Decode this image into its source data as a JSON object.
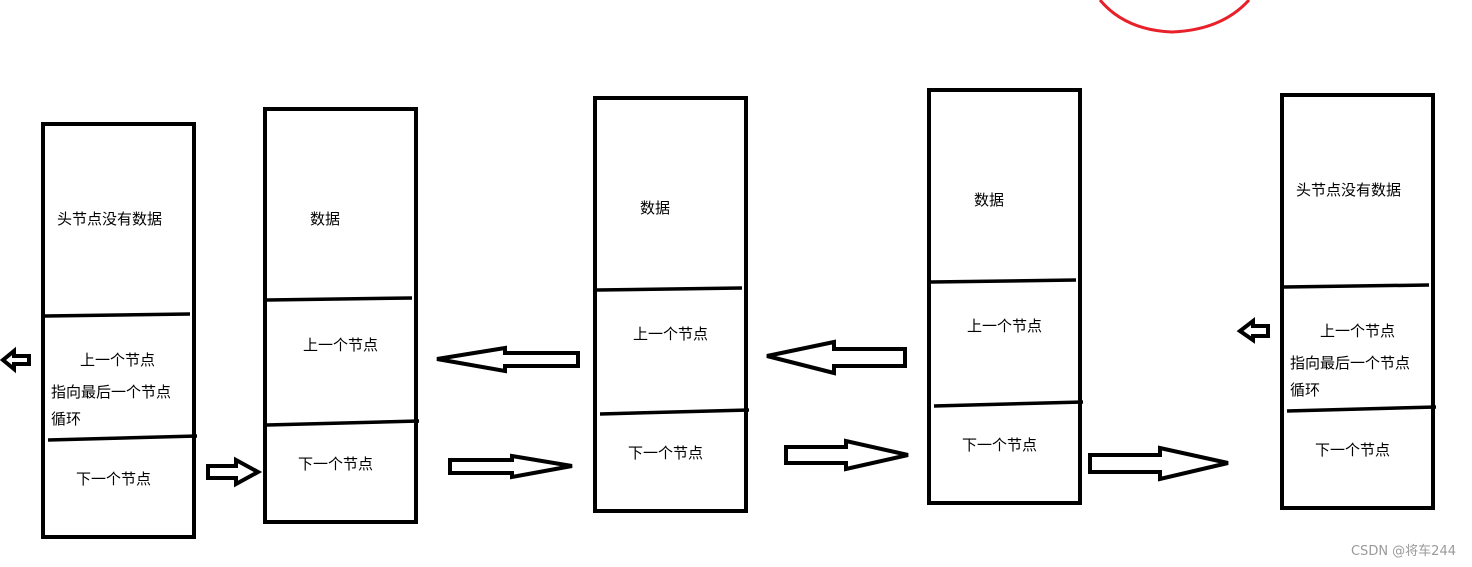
{
  "nodes": [
    {
      "data_label": "头节点没有数据",
      "prev_label": "上一个节点",
      "note_line1": "指向最后一个节点",
      "note_line2": "循环",
      "next_label": "下一个节点"
    },
    {
      "data_label": "数据",
      "prev_label": "上一个节点",
      "next_label": "下一个节点"
    },
    {
      "data_label": "数据",
      "prev_label": "上一个节点",
      "next_label": "下一个节点"
    },
    {
      "data_label": "数据",
      "prev_label": "上一个节点",
      "next_label": "下一个节点"
    },
    {
      "data_label": "头节点没有数据",
      "prev_label": "上一个节点",
      "note_line1": "指向最后一个节点",
      "note_line2": "循环",
      "next_label": "下一个节点"
    }
  ],
  "watermark": "CSDN @将车244",
  "colors": {
    "stroke": "#000000",
    "annotation_circle": "#e8202a",
    "watermark": "#9a9a9a"
  }
}
